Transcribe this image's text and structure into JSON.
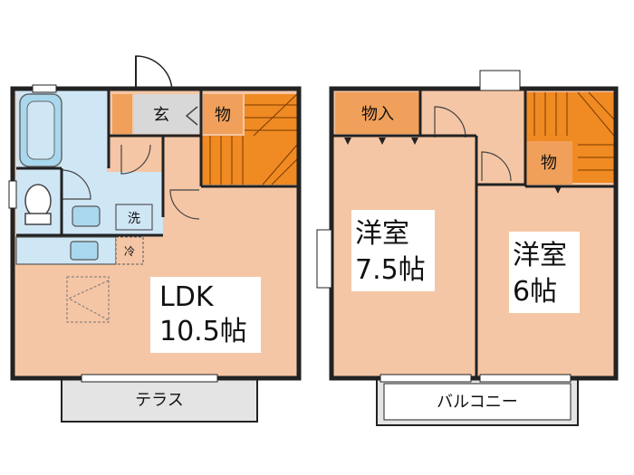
{
  "floor1": {
    "ldk_name": "LDK",
    "ldk_size": "10.5帖",
    "entrance": "玄",
    "storage": "物",
    "washer": "洗",
    "fridge": "冷",
    "terrace": "テラス"
  },
  "floor2": {
    "closet_top": "物入",
    "western_left_name": "洋室",
    "western_left_size": "7.5帖",
    "western_right_name": "洋室",
    "western_right_size": "6帖",
    "storage": "物",
    "balcony": "バルコニー"
  },
  "colors": {
    "room": "#f5c6a5",
    "wet_area": "#cfe6f5",
    "fixture": "#a9d8ee",
    "stair": "#f08a22",
    "closet": "#f0a05a",
    "entrance": "#d8d8d8",
    "terrace": "#e4e4e4",
    "wall": "#222222"
  }
}
